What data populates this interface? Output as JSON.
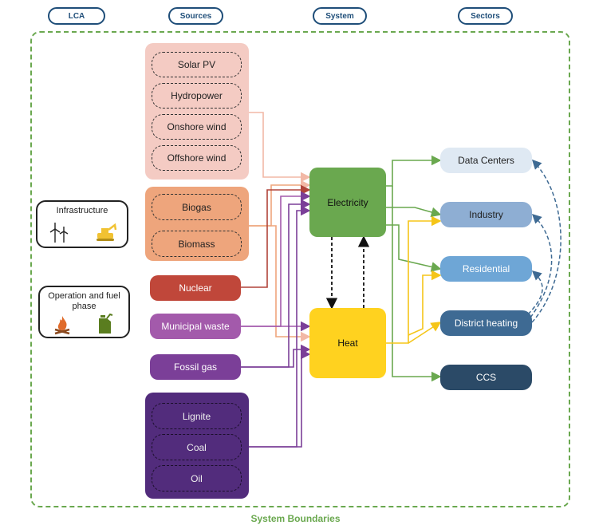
{
  "header": {
    "lca": "LCA",
    "sources": "Sources",
    "system": "System",
    "sectors": "Sectors"
  },
  "boundary_label": "System Boundaries",
  "lca": {
    "infrastructure": "Infrastructure",
    "operation": "Operation and fuel phase"
  },
  "sources": {
    "solar_pv": "Solar PV",
    "hydropower": "Hydropower",
    "onshore_wind": "Onshore wind",
    "offshore_wind": "Offshore wind",
    "biogas": "Biogas",
    "biomass": "Biomass",
    "nuclear": "Nuclear",
    "municipal_waste": "Municipal waste",
    "fossil_gas": "Fossil gas",
    "lignite": "Lignite",
    "coal": "Coal",
    "oil": "Oil"
  },
  "system": {
    "electricity": "Electricity",
    "heat": "Heat"
  },
  "sectors": {
    "data_centers": "Data Centers",
    "industry": "Industry",
    "residential": "Residential",
    "district_heating": "District heating",
    "ccs": "CCS"
  },
  "colors": {
    "renewables_bg": "#f4cbc3",
    "bio_bg": "#eea57c",
    "nuclear": "#c0473a",
    "municipal": "#a35aab",
    "fossil_gas": "#7b3f98",
    "fossil_bg": "#522c7c",
    "electricity": "#6aa84f",
    "heat": "#ffd21f",
    "data_centers": "#dfe9f3",
    "industry": "#8eaed3",
    "residential": "#6ea6d6",
    "district_heating": "#3e6a93",
    "ccs": "#2b4a67",
    "boundary": "#6aa84f",
    "header_pill": "#1f4e79"
  }
}
